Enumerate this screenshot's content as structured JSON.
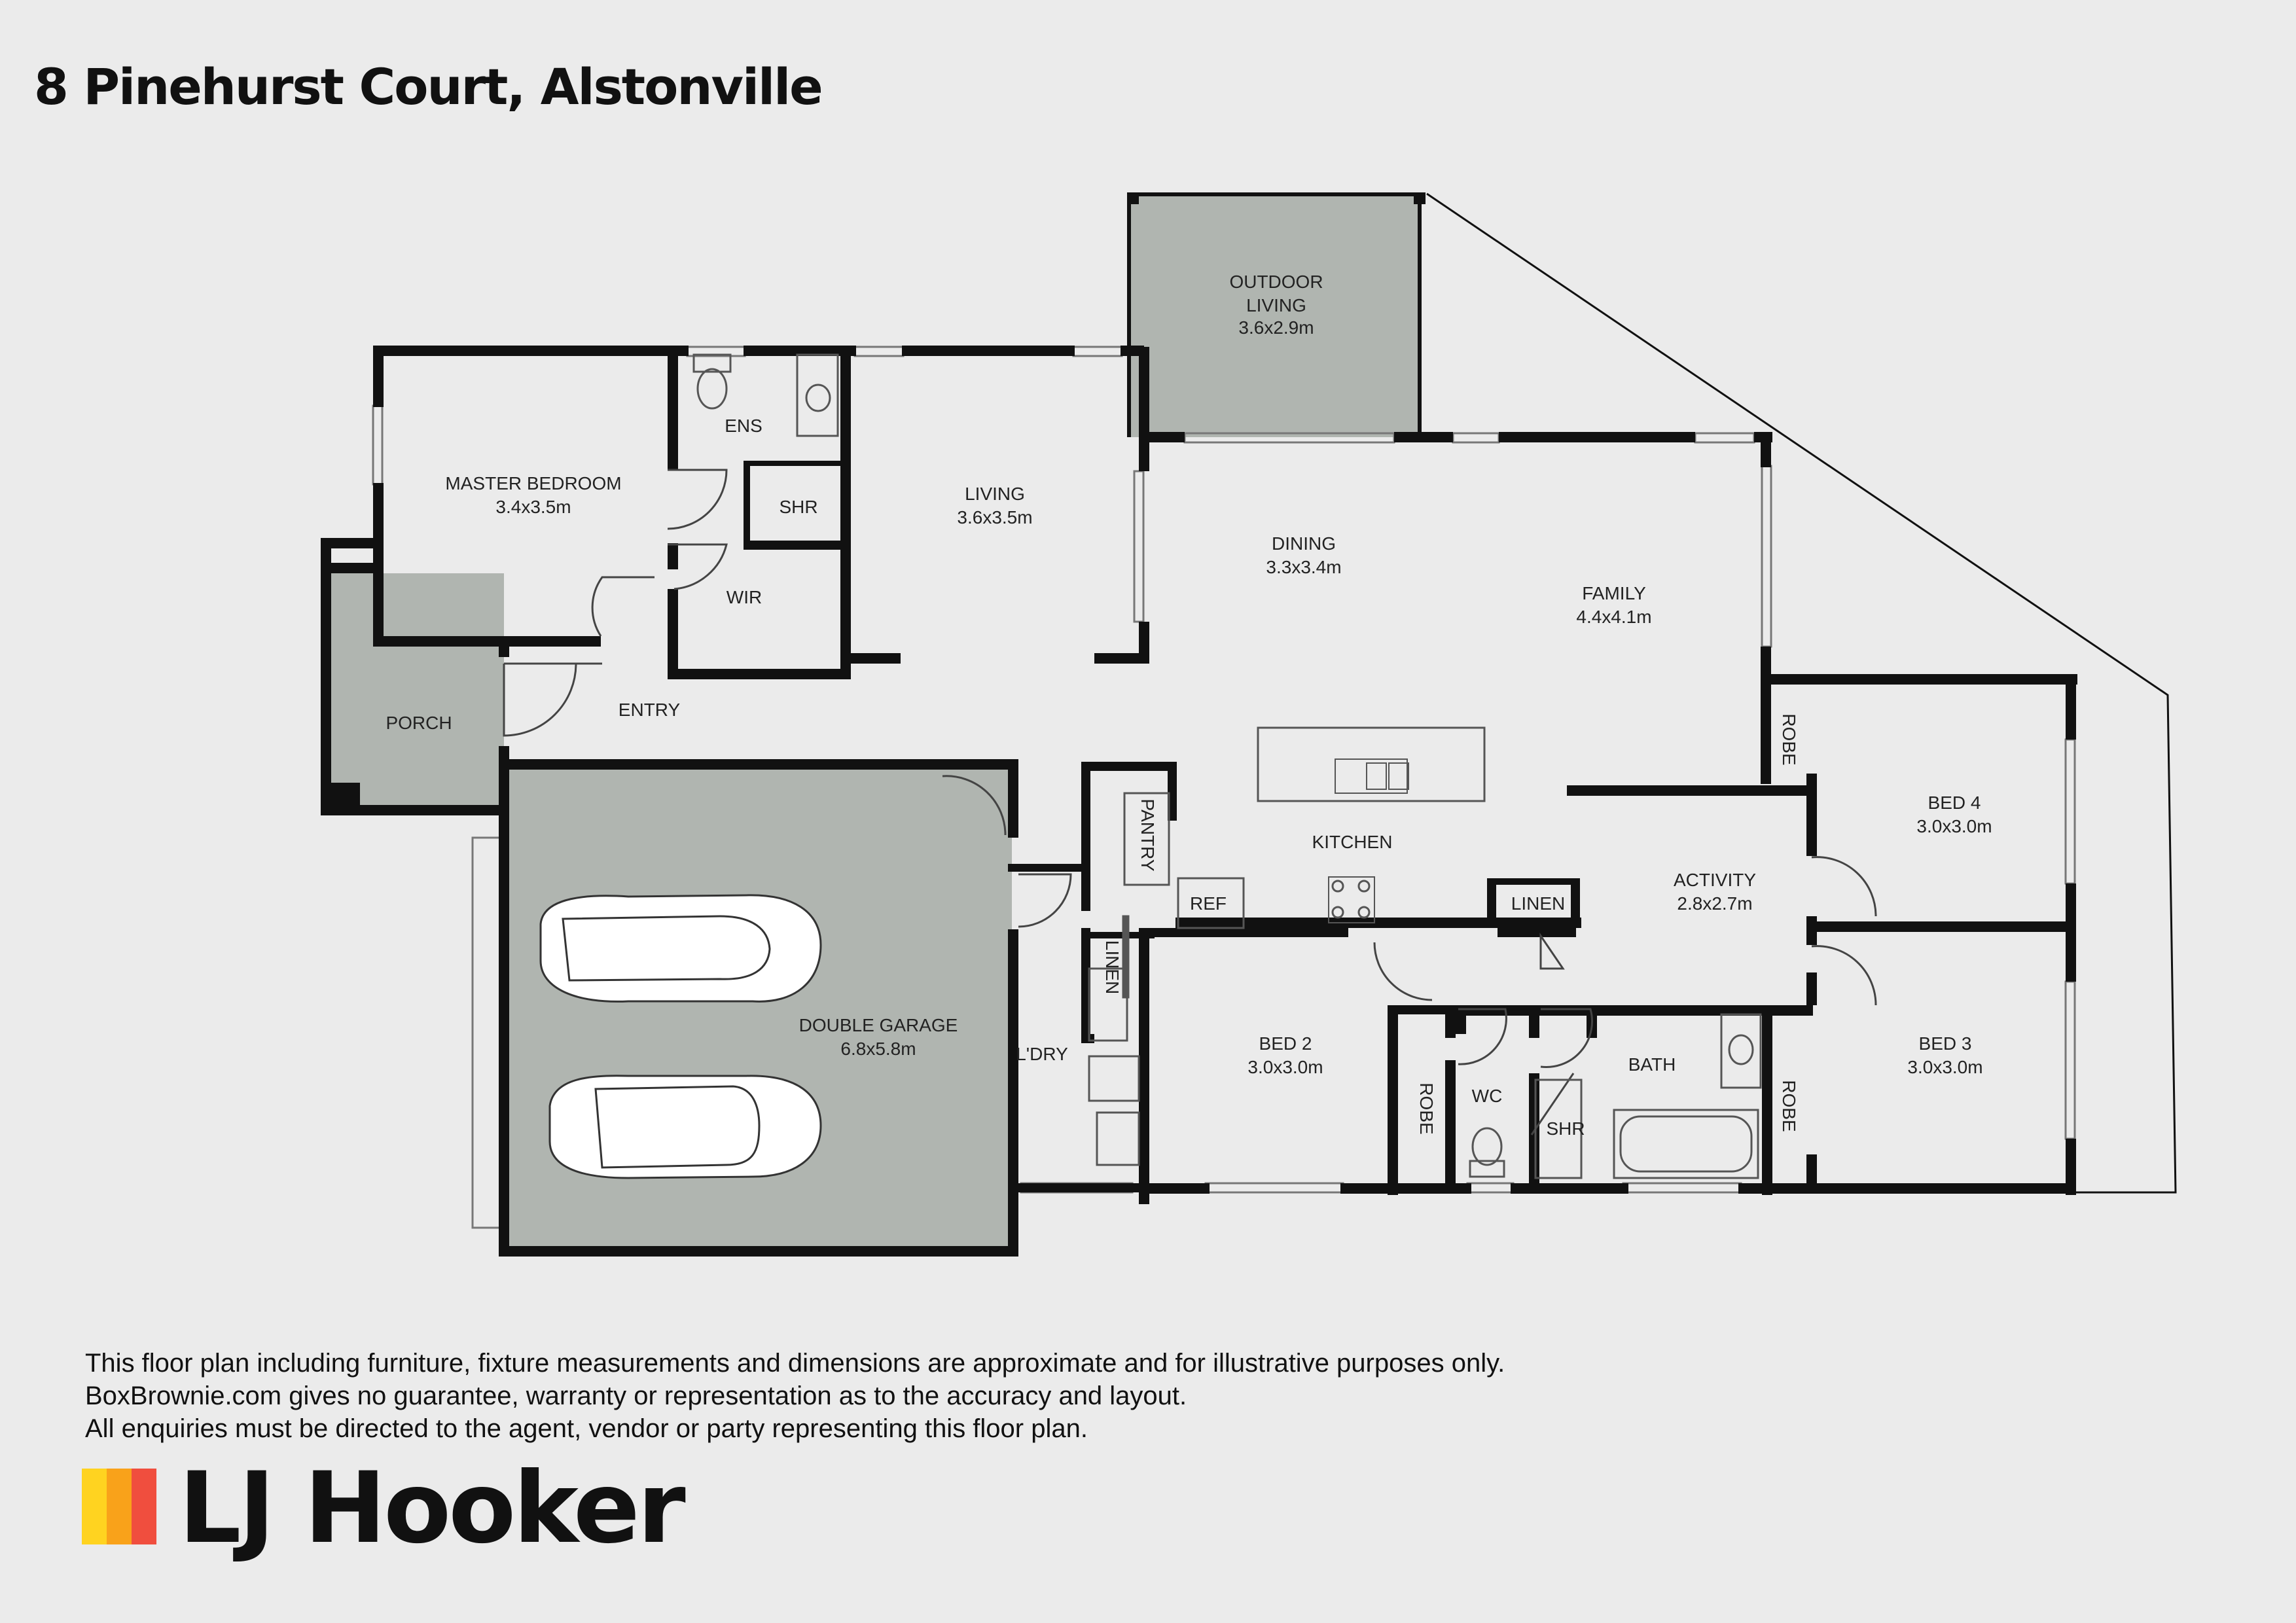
{
  "title": "8 Pinehurst Court, Alstonville",
  "rooms": [
    {
      "id": "outdoor-living",
      "name": "OUTDOOR",
      "name2": "LIVING",
      "dims": "3.6x2.9m"
    },
    {
      "id": "master-bedroom",
      "name": "MASTER BEDROOM",
      "dims": "3.4x3.5m"
    },
    {
      "id": "ensuite",
      "name": "ENS"
    },
    {
      "id": "ensuite-shower",
      "name": "SHR"
    },
    {
      "id": "wir",
      "name": "WIR"
    },
    {
      "id": "living",
      "name": "LIVING",
      "dims": "3.6x3.5m"
    },
    {
      "id": "dining",
      "name": "DINING",
      "dims": "3.3x3.4m"
    },
    {
      "id": "family",
      "name": "FAMILY",
      "dims": "4.4x4.1m"
    },
    {
      "id": "porch",
      "name": "PORCH"
    },
    {
      "id": "entry",
      "name": "ENTRY"
    },
    {
      "id": "kitchen",
      "name": "KITCHEN"
    },
    {
      "id": "pantry",
      "name": "PANTRY"
    },
    {
      "id": "ref",
      "name": "REF"
    },
    {
      "id": "linen-kitchen",
      "name": "LINEN"
    },
    {
      "id": "activity",
      "name": "ACTIVITY",
      "dims": "2.8x2.7m"
    },
    {
      "id": "robe-bed4",
      "name": "ROBE"
    },
    {
      "id": "bed-4",
      "name": "BED 4",
      "dims": "3.0x3.0m"
    },
    {
      "id": "double-garage",
      "name": "DOUBLE GARAGE",
      "dims": "6.8x5.8m"
    },
    {
      "id": "laundry",
      "name": "L'DRY"
    },
    {
      "id": "linen-laundry",
      "name": "LINEN"
    },
    {
      "id": "bed-2",
      "name": "BED 2",
      "dims": "3.0x3.0m"
    },
    {
      "id": "robe-bed2",
      "name": "ROBE"
    },
    {
      "id": "wc",
      "name": "WC"
    },
    {
      "id": "bath-shower",
      "name": "SHR"
    },
    {
      "id": "bath",
      "name": "BATH"
    },
    {
      "id": "robe-bed3",
      "name": "ROBE"
    },
    {
      "id": "bed-3",
      "name": "BED 3",
      "dims": "3.0x3.0m"
    }
  ],
  "disclaimer": [
    "This floor plan including furniture, fixture measurements and dimensions are approximate and for illustrative purposes only.",
    "BoxBrownie.com gives no guarantee, warranty or representation as to the accuracy and layout.",
    "All enquiries must be directed to the agent, vendor or party representing this floor plan."
  ],
  "brand": {
    "name": "LJ Hooker",
    "stripe_colors": [
      "#ffd320",
      "#f9a21a",
      "#f04e3e"
    ]
  },
  "colors": {
    "wall": "#111111",
    "outdoor_fill": "#b0b5b0",
    "background": "#ebebeb"
  }
}
